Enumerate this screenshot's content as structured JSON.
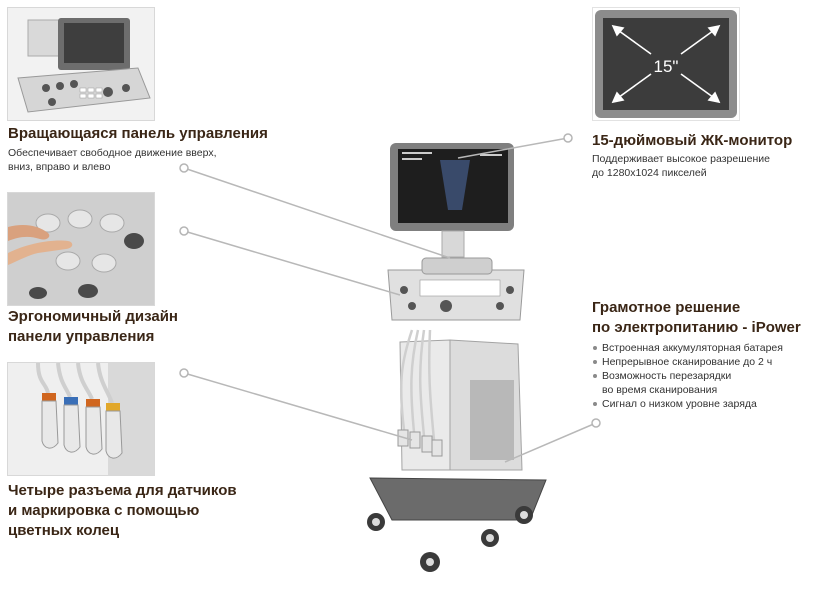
{
  "features": {
    "rotating_panel": {
      "title": "Вращающаяся панель управления",
      "desc_line1": "Обеспечивает  свободное движение вверх,",
      "desc_line2": "вниз, вправо и влево"
    },
    "ergonomic": {
      "title_line1": "Эргономичный дизайн",
      "title_line2": "панели управления"
    },
    "connectors": {
      "title_line1": "Четыре разъема для датчиков",
      "title_line2": "и маркировка с помощью",
      "title_line3": "цветных колец"
    },
    "monitor": {
      "title": "15-дюймовый ЖК-монитор",
      "desc_line1": "Поддерживает высокое разрешение",
      "desc_line2": "до 1280х1024 пикселей",
      "size_label": "15\""
    },
    "power": {
      "title_line1": "Грамотное решение",
      "title_line2": "по электропитанию - iPower",
      "bullets": [
        "Встроенная аккумуляторная батарея",
        "Непрерывное сканирование до 2 ч",
        "Возможность перезарядки",
        "во время сканирования",
        "Сигнал о низком уровне заряда"
      ]
    }
  }
}
